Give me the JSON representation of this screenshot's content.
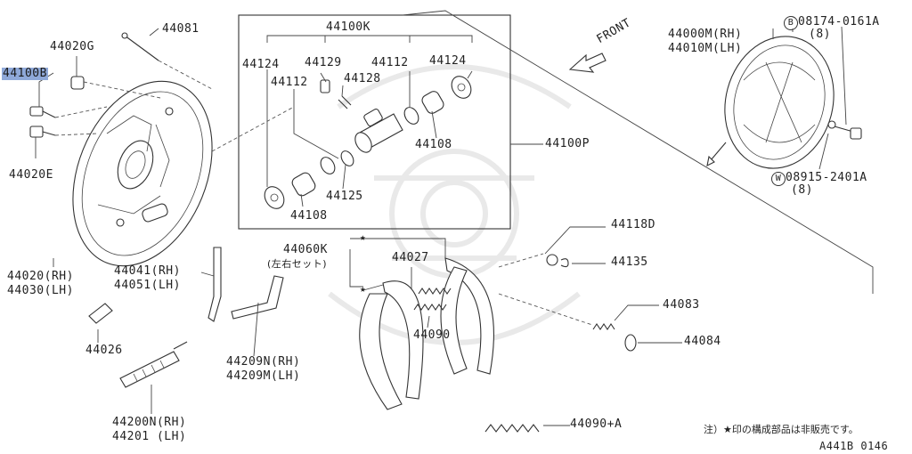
{
  "labels": {
    "p44081": "44081",
    "p44020g": "44020G",
    "p44100b": "44100B",
    "p44020e": "44020E",
    "p44020rh": "44020(RH)",
    "p44030lh": "44030(LH)",
    "p44100k": "44100K",
    "p44124a": "44124",
    "p44129": "44129",
    "p44112a": "44112",
    "p44124b": "44124",
    "p44112b": "44112",
    "p44128": "44128",
    "p44108a": "44108",
    "p44125": "44125",
    "p44108b": "44108",
    "p44100p": "44100P",
    "front": "FRONT",
    "p44000m": "44000M(RH)",
    "p44010m": "44010M(LH)",
    "b_code": "08174-0161A",
    "b_qty": "(8)",
    "w_code": "08915-2401A",
    "w_qty": "(8)",
    "b_mark": "B",
    "w_mark": "W",
    "p44118d": "44118D",
    "p44135": "44135",
    "p44060k": "44060K",
    "p44060k_note": "(左右セット)",
    "p44027": "44027",
    "p44041": "44041(RH)",
    "p44051": "44051(LH)",
    "p44083": "44083",
    "p44084": "44084",
    "p44090": "44090",
    "p44026": "44026",
    "p44209n": "44209N(RH)",
    "p44209m": "44209M(LH)",
    "p44200n": "44200N(RH)",
    "p44201": "44201  (LH)",
    "p44090a": "44090+A"
  },
  "footnote": "注）★印の構成部品は非販売です。",
  "diagram_code": "A441B 0146",
  "star": "★",
  "highlight_color": "#8fa9d9"
}
